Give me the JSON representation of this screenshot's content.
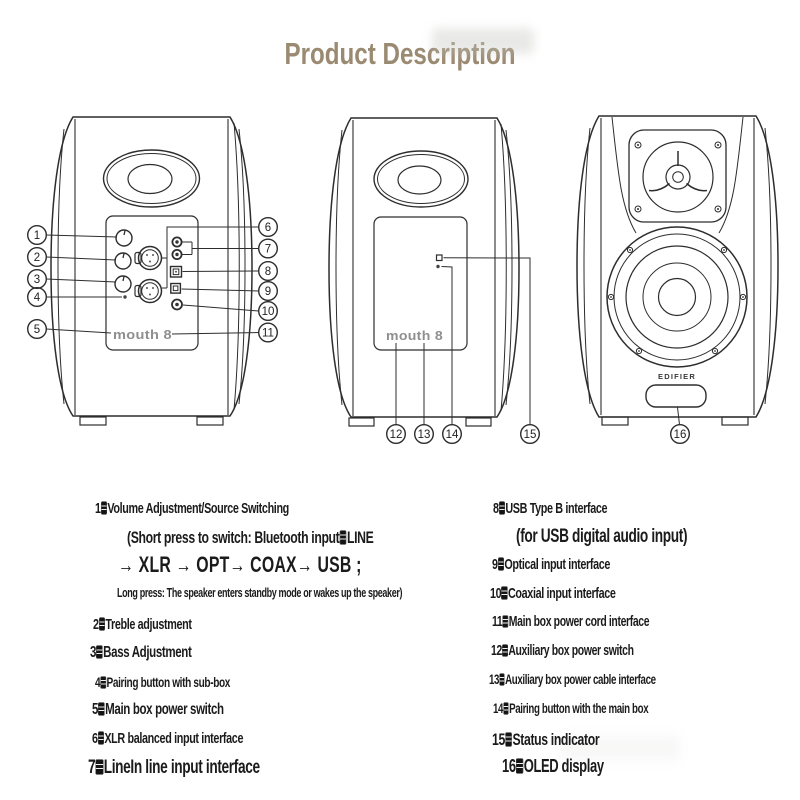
{
  "title": {
    "text": "Product Description"
  },
  "colors": {
    "title": "#9B8A72",
    "body_text": "#1B1B1B",
    "line_art": "#2D2D2D",
    "panel_label_gray": "#8F8F8F"
  },
  "diagram": {
    "callouts": [
      "1",
      "2",
      "3",
      "4",
      "5",
      "6",
      "7",
      "8",
      "9",
      "10",
      "11",
      "12",
      "13",
      "14",
      "15",
      "16"
    ],
    "labels": {
      "panel_left": "mouth 8",
      "panel_middle": "mouth 8",
      "brand": "EDIFIER"
    }
  },
  "legend": {
    "left": [
      "1、Volume Adjustment/Source Switching",
      "(Short press to switch: Bluetooth input、LINE",
      "→ XLR → OPT→ COAX→ USB ;",
      "Long press: The speaker enters standby mode or wakes up the speaker)",
      "2、Treble adjustment",
      "3、Bass Adjustment",
      "4、Pairing button with sub-box",
      "5、Main box power switch",
      "6、XLR balanced input interface",
      "7、LineIn line input interface"
    ],
    "right": [
      "8、USB Type B interface",
      "(for USB digital audio input)",
      "9、Optical input interface",
      "10、Coaxial input interface",
      "11、Main box power cord interface",
      "12、Auxiliary box power switch",
      "13、Auxiliary box power cable interface",
      "14、Pairing button with the main box",
      "15、Status indicator",
      "16、OLED display"
    ]
  }
}
